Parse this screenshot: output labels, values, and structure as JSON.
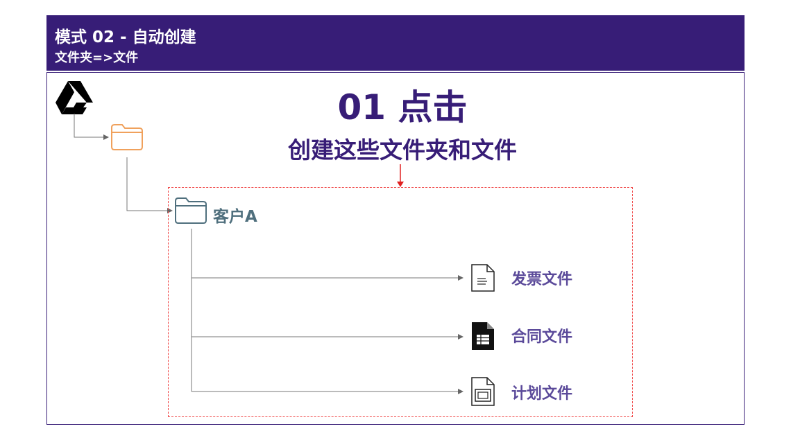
{
  "header": {
    "title": "模式 02 - 自动创建",
    "subtitle": "文件夹=>文件"
  },
  "main": {
    "step_title": "01 点击",
    "step_subtitle": "创建这些文件夹和文件",
    "client_folder_label": "客户A",
    "files": [
      {
        "label": "发票文件",
        "icon": "document-icon"
      },
      {
        "label": "合同文件",
        "icon": "spreadsheet-icon"
      },
      {
        "label": "计划文件",
        "icon": "slides-icon"
      }
    ]
  },
  "colors": {
    "header_bg": "#371d77",
    "primary_text": "#371d77",
    "parent_folder": "#f0a15c",
    "client_folder": "#4f6f7d",
    "file_label": "#5b4a9a",
    "dashed_border": "#f04545"
  }
}
